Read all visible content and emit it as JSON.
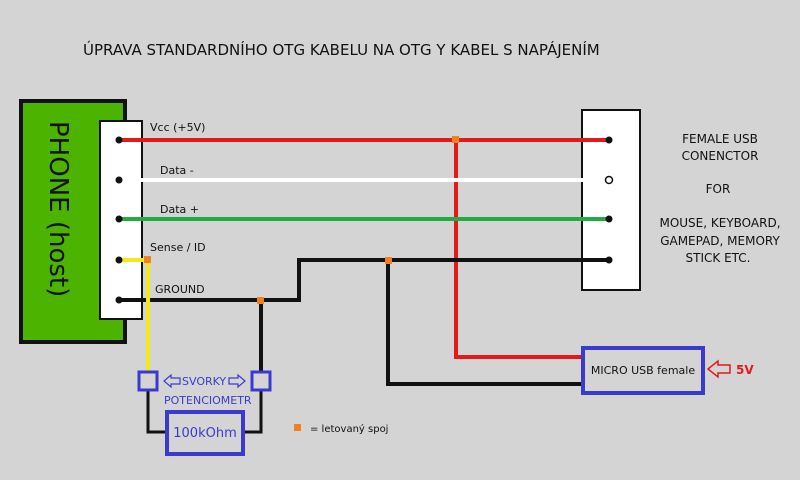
{
  "title": "ÚPRAVA STANDARDNÍHO OTG KABELU NA OTG Y KABEL S NAPÁJENÍM",
  "phone_label": "PHONE (host)",
  "wires": {
    "vcc": "Vcc (+5V)",
    "data_minus": "Data -",
    "data_plus": "Data +",
    "sense": "Sense / ID",
    "ground": "GROUND"
  },
  "female_usb": {
    "line1": "FEMALE USB",
    "line2": "CONENCTOR",
    "line3": "FOR",
    "line4": "MOUSE, KEYBOARD,",
    "line5": "GAMEPAD, MEMORY",
    "line6": "STICK ETC."
  },
  "micro_usb": "MICRO USB female",
  "power_label": "5V",
  "terminals": "SVORKY",
  "potentiometer": "POTENCIOMETR",
  "resistor": "100kOhm",
  "legend": "= letovaný spoj",
  "colors": {
    "red": "#e41a1a",
    "white": "#ffffff",
    "green": "#22aa44",
    "black": "#111111",
    "yellow": "#f2e81a",
    "blue": "#3a3ad0",
    "joint": "#f08020",
    "phone_green": "#4cb400"
  }
}
